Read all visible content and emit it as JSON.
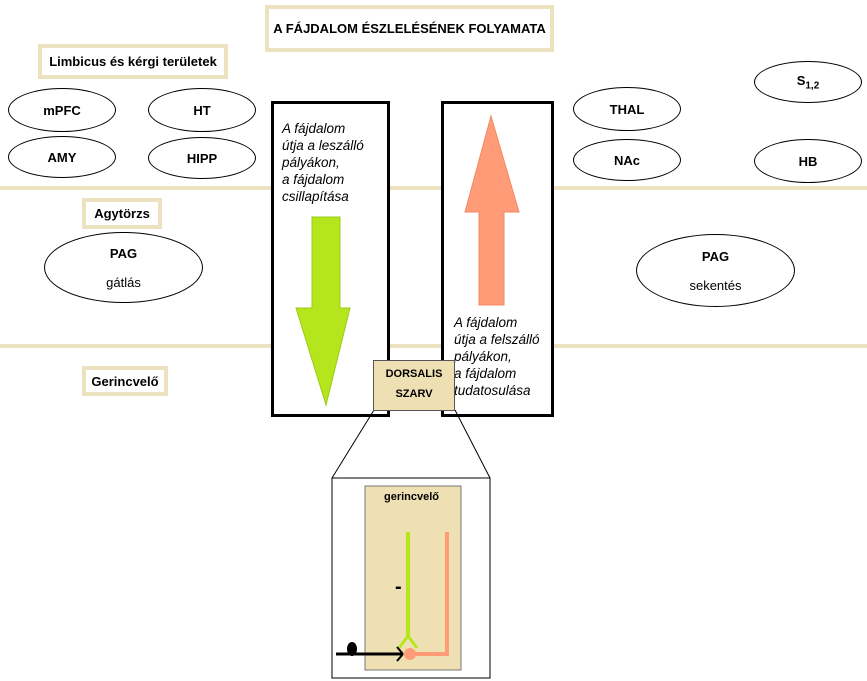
{
  "title": "A FÁJDALOM ÉSZLELÉSÉNEK FOLYAMATA",
  "regions": {
    "limbic": "Limbicus és kérgi területek",
    "brainstem": "Agytörzs",
    "spinal": "Gerincvelő"
  },
  "left_nodes": {
    "mpfc": "mPFC",
    "ht": "HT",
    "amy": "AMY",
    "hipp": "HIPP"
  },
  "right_nodes": {
    "thal": "THAL",
    "nac": "NAc",
    "s_main": "S",
    "s_sub": "1,2",
    "hb": "HB"
  },
  "pag_left": {
    "name": "PAG",
    "effect": "gátlás"
  },
  "pag_right": {
    "name": "PAG",
    "effect": "sekentés"
  },
  "descending": {
    "lines": [
      "A fájdalom",
      "útja a leszálló",
      "pályákon,",
      "a fájdalom",
      "csillapítása"
    ]
  },
  "ascending": {
    "lines": [
      "A  fájdalom",
      "útja a felszálló",
      "pályákon,",
      "a fájdalom",
      "tudatosulása"
    ]
  },
  "dorsal_horn": {
    "line1": "DORSALIS",
    "line2": "SZARV"
  },
  "inset": {
    "label": "gerincvelő",
    "sign": "-"
  },
  "colors": {
    "band": "#ede2bf",
    "descending_arrow": "#b5e61d",
    "ascending_arrow": "#ff9c77",
    "dorsal_fill": "#efe0b3"
  }
}
